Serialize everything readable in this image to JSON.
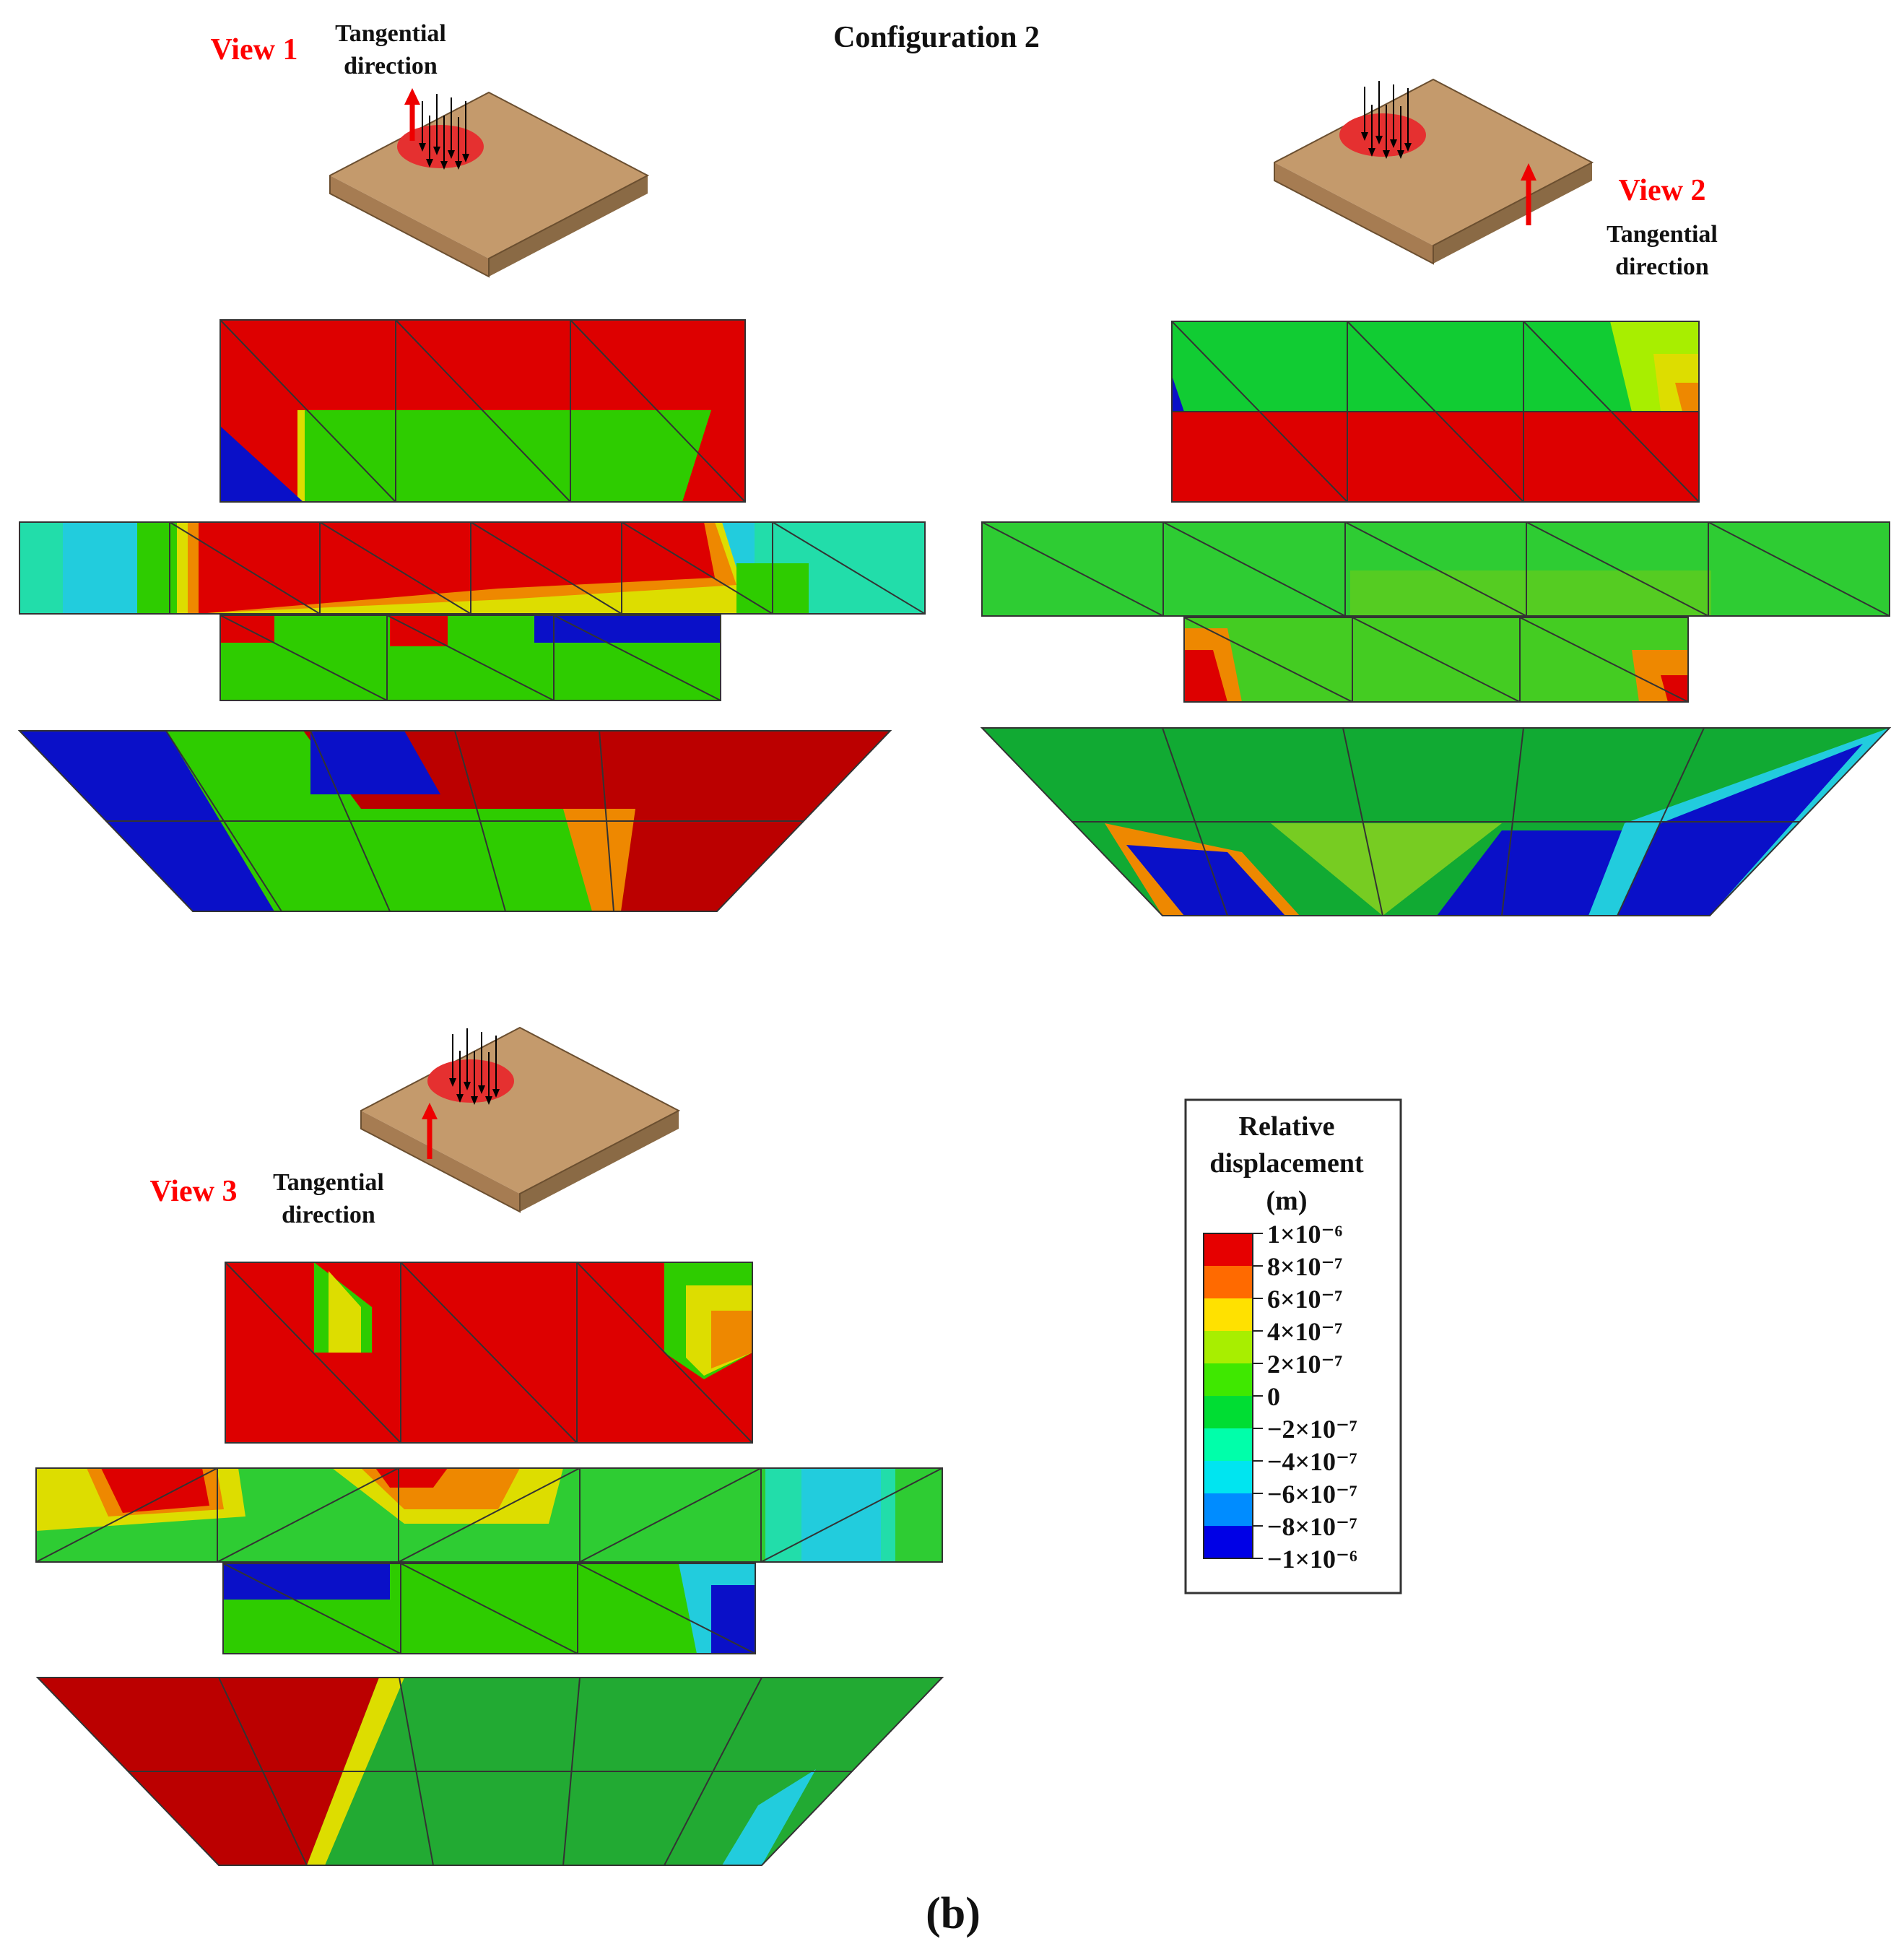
{
  "figure": {
    "title": "Configuration 2",
    "panel_label": "(b)",
    "views": [
      {
        "name": "View 1",
        "direction_line1": "Tangential",
        "direction_line2": "direction"
      },
      {
        "name": "View 2",
        "direction_line1": "Tangential",
        "direction_line2": "direction"
      },
      {
        "name": "View 3",
        "direction_line1": "Tangential",
        "direction_line2": "direction"
      }
    ],
    "legend": {
      "title_line1": "Relative",
      "title_line2": "displacement",
      "title_line3": "(m)",
      "entries": [
        {
          "color": "#e60000",
          "label": "1×10⁻⁶"
        },
        {
          "color": "#ff6a00",
          "label": "8×10⁻⁷"
        },
        {
          "color": "#ffe100",
          "label": "6×10⁻⁷"
        },
        {
          "color": "#a8ee00",
          "label": "4×10⁻⁷"
        },
        {
          "color": "#3fe800",
          "label": "2×10⁻⁷"
        },
        {
          "color": "#00dd33",
          "label": "0"
        },
        {
          "color": "#00ffaa",
          "label": "−2×10⁻⁷"
        },
        {
          "color": "#00e5f0",
          "label": "−4×10⁻⁷"
        },
        {
          "color": "#008cff",
          "label": "−6×10⁻⁷"
        },
        {
          "color": "#0000e6",
          "label": "−8×10⁻⁷"
        },
        {
          "color": "#0000e6",
          "label": "−1×10⁻⁶"
        }
      ]
    },
    "colors": {
      "red": "#dd0000",
      "dark_red": "#bb0000",
      "green": "#2ecc00",
      "mid_green": "#11bb33",
      "blue": "#0a10c8",
      "cyan": "#22ccdd",
      "teal": "#22ddaa",
      "orange": "#ee8800",
      "yellow": "#dddd00",
      "tan": "#c49a6c",
      "tan_dark": "#8a6a45",
      "load_red": "#e53030",
      "arrow_red": "#ee0000"
    }
  }
}
